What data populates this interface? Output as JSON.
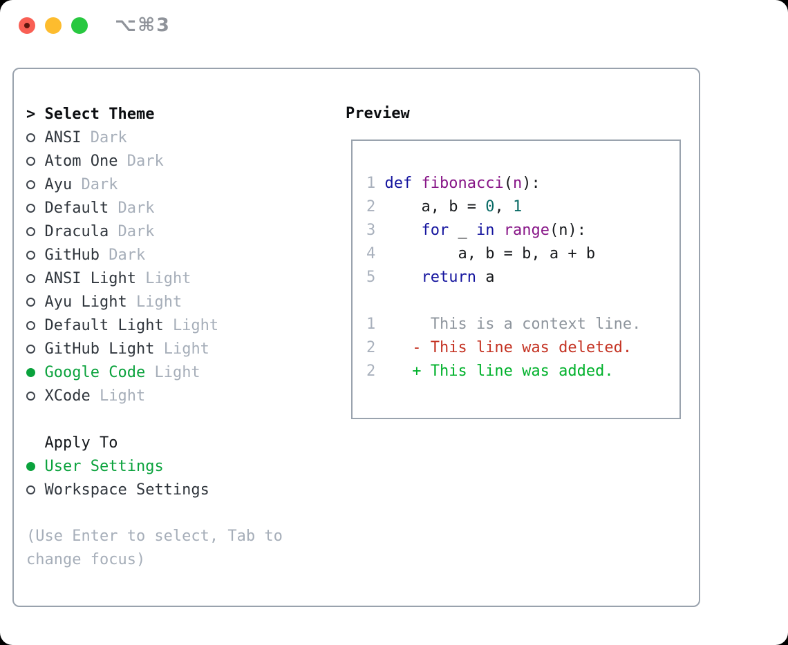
{
  "window": {
    "title_shortcut": "⌥⌘3"
  },
  "theme_selector": {
    "focus_indicator": ">",
    "header": "Select Theme",
    "items": [
      {
        "name": "ANSI",
        "variant": "Dark",
        "selected": false
      },
      {
        "name": "Atom One",
        "variant": "Dark",
        "selected": false
      },
      {
        "name": "Ayu",
        "variant": "Dark",
        "selected": false
      },
      {
        "name": "Default",
        "variant": "Dark",
        "selected": false
      },
      {
        "name": "Dracula",
        "variant": "Dark",
        "selected": false
      },
      {
        "name": "GitHub",
        "variant": "Dark",
        "selected": false
      },
      {
        "name": "ANSI Light",
        "variant": "Light",
        "selected": false
      },
      {
        "name": "Ayu Light",
        "variant": "Light",
        "selected": false
      },
      {
        "name": "Default Light",
        "variant": "Light",
        "selected": false
      },
      {
        "name": "GitHub Light",
        "variant": "Light",
        "selected": false
      },
      {
        "name": "Google Code",
        "variant": "Light",
        "selected": true
      },
      {
        "name": "XCode",
        "variant": "Light",
        "selected": false
      }
    ]
  },
  "apply_to": {
    "header": "Apply To",
    "options": [
      {
        "label": "User Settings",
        "selected": true
      },
      {
        "label": "Workspace Settings",
        "selected": false
      }
    ]
  },
  "help_text": {
    "line1": "(Use Enter to select, Tab to",
    "line2": "change focus)"
  },
  "preview": {
    "header": "Preview",
    "code_lines": [
      {
        "num": "1",
        "tokens": [
          {
            "text": " ",
            "style": "plain"
          },
          {
            "text": "def",
            "style": "keyword"
          },
          {
            "text": " ",
            "style": "plain"
          },
          {
            "text": "fibonacci",
            "style": "function"
          },
          {
            "text": "(",
            "style": "plain"
          },
          {
            "text": "n",
            "style": "function"
          },
          {
            "text": "):",
            "style": "plain"
          }
        ]
      },
      {
        "num": "2",
        "tokens": [
          {
            "text": "     a, b = ",
            "style": "plain"
          },
          {
            "text": "0",
            "style": "literal"
          },
          {
            "text": ", ",
            "style": "plain"
          },
          {
            "text": "1",
            "style": "literal"
          }
        ]
      },
      {
        "num": "3",
        "tokens": [
          {
            "text": "     ",
            "style": "plain"
          },
          {
            "text": "for",
            "style": "keyword"
          },
          {
            "text": " _ ",
            "style": "plain"
          },
          {
            "text": "in",
            "style": "keyword"
          },
          {
            "text": " ",
            "style": "plain"
          },
          {
            "text": "range",
            "style": "function"
          },
          {
            "text": "(n):",
            "style": "plain"
          }
        ]
      },
      {
        "num": "4",
        "tokens": [
          {
            "text": "         a, b = b, a + b",
            "style": "plain"
          }
        ]
      },
      {
        "num": "5",
        "tokens": [
          {
            "text": "     ",
            "style": "plain"
          },
          {
            "text": "return",
            "style": "keyword"
          },
          {
            "text": " a",
            "style": "plain"
          }
        ]
      }
    ],
    "diff_lines": [
      {
        "num": "1",
        "body": "      This is a context line.",
        "style": "context"
      },
      {
        "num": "2",
        "body": "    - This line was deleted.",
        "style": "deleted"
      },
      {
        "num": "2",
        "body": "    + This line was added.",
        "style": "added"
      }
    ]
  },
  "colors": {
    "selected_green": "#0aa23c",
    "keyword_blue": "#14149e",
    "function_purple": "#871587",
    "literal_teal": "#0a6b66",
    "diff_deleted_red": "#c43222",
    "diff_added_green": "#00b12b",
    "muted_gray": "#a6aeb9",
    "line_number_gray": "#a8b0bc",
    "panel_border_gray": "#99a2ad",
    "traffic_red": "#f95f54",
    "traffic_yellow": "#fdbc2e",
    "traffic_green": "#28c840"
  }
}
